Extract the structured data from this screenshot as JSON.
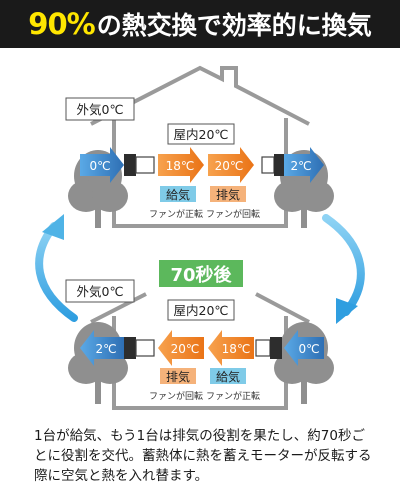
{
  "header": {
    "highlight": "90%",
    "title_rest": "の熱交換で効率的に換気"
  },
  "colors": {
    "header_bg": "#1a1a1a",
    "highlight": "#ffe600",
    "cold_arrow": "#3d86c8",
    "warm_arrow": "#f08a2a",
    "green_badge": "#5cb85c",
    "house_outline": "#9a9a9a",
    "tree": "#8f8f8f",
    "cycle_arrow": "#4fb3e6",
    "supply_label_bg": "#7fcbe8",
    "exhaust_label_bg": "#f5b27a"
  },
  "top": {
    "outside_temp": "外気0℃",
    "room_temp": "屋内20℃",
    "left_arrow": "0℃",
    "mid_arrow_1": "18℃",
    "mid_arrow_2": "20℃",
    "right_arrow": "2℃",
    "left_unit_label": "給気",
    "right_unit_label": "排気",
    "left_fan": "ファンが正転",
    "right_fan": "ファンが回転"
  },
  "badge": "70秒後",
  "bottom": {
    "outside_temp": "外気0℃",
    "room_temp": "屋内20℃",
    "left_arrow": "2℃",
    "mid_arrow_1": "20℃",
    "mid_arrow_2": "18℃",
    "right_arrow": "0℃",
    "left_unit_label": "排気",
    "right_unit_label": "給気",
    "left_fan": "ファンが回転",
    "right_fan": "ファンが正転"
  },
  "caption": "1台が給気、もう1台は排気の役割を果たし、約70秒ごとに役割を交代。蓄熱体に熱を蓄えモーターが反転する際に空気と熱を入れ替ます。"
}
